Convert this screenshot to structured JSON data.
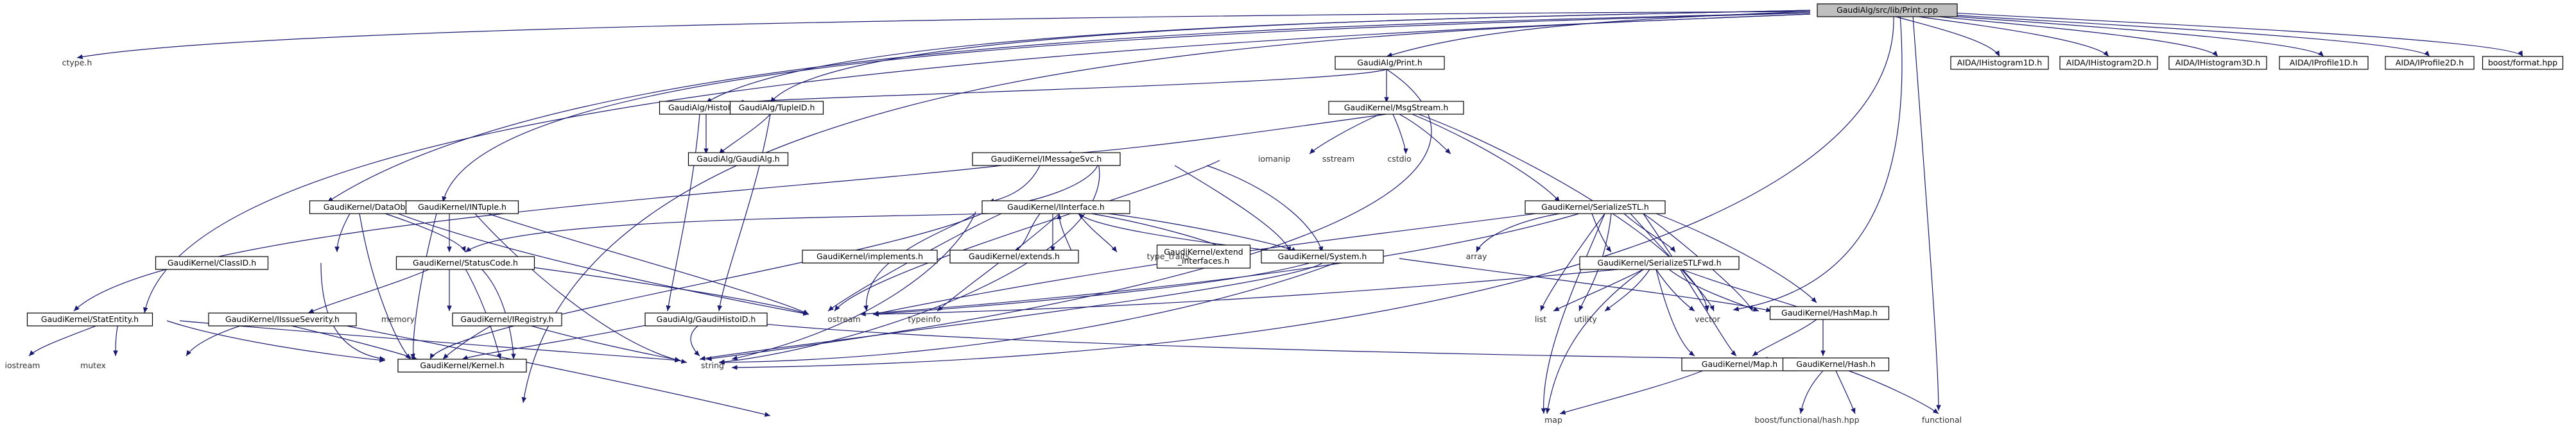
{
  "nodes": {
    "root": "GaudiAlg/src/lib/Print.cpp",
    "ctype": "ctype.h",
    "print_h": "GaudiAlg/Print.h",
    "histoid": "GaudiAlg/HistoID.h",
    "tupleid": "GaudiAlg/TupleID.h",
    "gaudialg": "GaudiAlg/GaudiAlg.h",
    "msgstream": "GaudiKernel/MsgStream.h",
    "imessagesvc": "GaudiKernel/IMessageSvc.h",
    "iomanip": "iomanip",
    "sstream": "sstream",
    "cstdio": "cstdio",
    "serializestl": "GaudiKernel/SerializeSTL.h",
    "dataobject": "GaudiKernel/DataObject.h",
    "intuple": "GaudiKernel/INTuple.h",
    "iinterface": "GaudiKernel/IInterface.h",
    "implements": "GaudiKernel/implements.h",
    "extends": "GaudiKernel/extends.h",
    "type_traits": "type_traits",
    "extend_interfaces": [
      "GaudiKernel/extend",
      "_interfaces.h"
    ],
    "system": "GaudiKernel/System.h",
    "array": "array",
    "serializestlfwd": "GaudiKernel/SerializeSTLFwd.h",
    "classid": "GaudiKernel/ClassID.h",
    "statuscode": "GaudiKernel/StatusCode.h",
    "memory": "memory",
    "ostream": "ostream",
    "typeinfo": "typeinfo",
    "list": "list",
    "utility": "utility",
    "vector": "vector",
    "ihashmap": "GaudiKernel/HashMap.h",
    "statentity": "GaudiKernel/StatEntity.h",
    "iissueseverity": "GaudiKernel/IIssueSeverity.h",
    "iregistry": "GaudiKernel/IRegistry.h",
    "gaudihistoid": "GaudiAlg/GaudiHistoID.h",
    "kernel": "GaudiKernel/Kernel.h",
    "string": "string",
    "map_h": "GaudiKernel/Map.h",
    "hash": "GaudiKernel/Hash.h",
    "iostream": "iostream",
    "mutex": "mutex",
    "map": "map",
    "bfh": "boost/functional/hash.hpp",
    "functional": "functional",
    "h1d": "AIDA/IHistogram1D.h",
    "h2d": "AIDA/IHistogram2D.h",
    "h3d": "AIDA/IHistogram3D.h",
    "p1d": "AIDA/IProfile1D.h",
    "p2d": "AIDA/IProfile2D.h",
    "bformat": "boost/format.hpp"
  },
  "colors": {
    "root_fill": "#bfbfbf",
    "node_fill": "#ffffff",
    "red_border": "#ff0000",
    "edge": "#191970"
  }
}
